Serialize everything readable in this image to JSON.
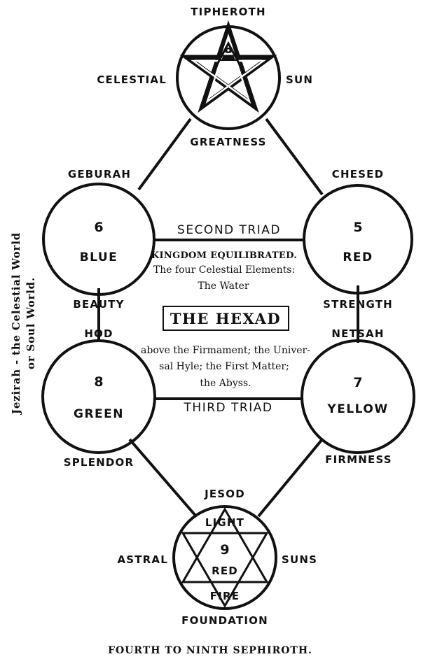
{
  "nodes": {
    "tiphereth": {
      "top_label": "TIPHEROTH",
      "left_label": "CELESTIAL",
      "right_label": "SUN",
      "bottom_label": "GREATNESS",
      "symbol": "pentagram"
    },
    "chesed": {
      "title": "CHESED",
      "number": "5",
      "color_name": "RED",
      "below_label": "STRENGTH",
      "fill_color": "#ffffff"
    },
    "geburah": {
      "title": "GEBURAH",
      "number": "6",
      "color_name": "BLUE",
      "below_label": "BEAUTY"
    },
    "netsah": {
      "title": "NETSAH",
      "number": "7",
      "color_name": "YELLOW",
      "below_label": "FIRMNESS"
    },
    "hod": {
      "title": "HOD",
      "number": "8",
      "color_name": "GREEN",
      "below_label": "SPLENDOR"
    },
    "jesod": {
      "top_label": "JESOD",
      "left_label": "ASTRAL",
      "right_label": "SUNS",
      "bottom_label": "FOUNDATION",
      "inner_top": "LIGHT",
      "number": "9",
      "color_name": "RED",
      "inner_bottom": "FIRE",
      "symbol": "hexagram"
    }
  },
  "center": {
    "second_triad": "SECOND TRIAD",
    "kingdom": "KINGDOM EQUILIBRATED.",
    "line1": "The four Celestial Elements:",
    "line2": "The Water",
    "hexad": "THE HEXAD",
    "line3": "above the Firmament; the Univer-",
    "line4": "sal Hyle; the First Matter;",
    "line5": "the Abyss.",
    "third_triad": "THIRD TRIAD"
  },
  "side_title": {
    "line1": "Jezirah - the Celestial World",
    "line2": "or Soul World."
  },
  "caption": "FOURTH TO NINTH SEPHIROTH."
}
